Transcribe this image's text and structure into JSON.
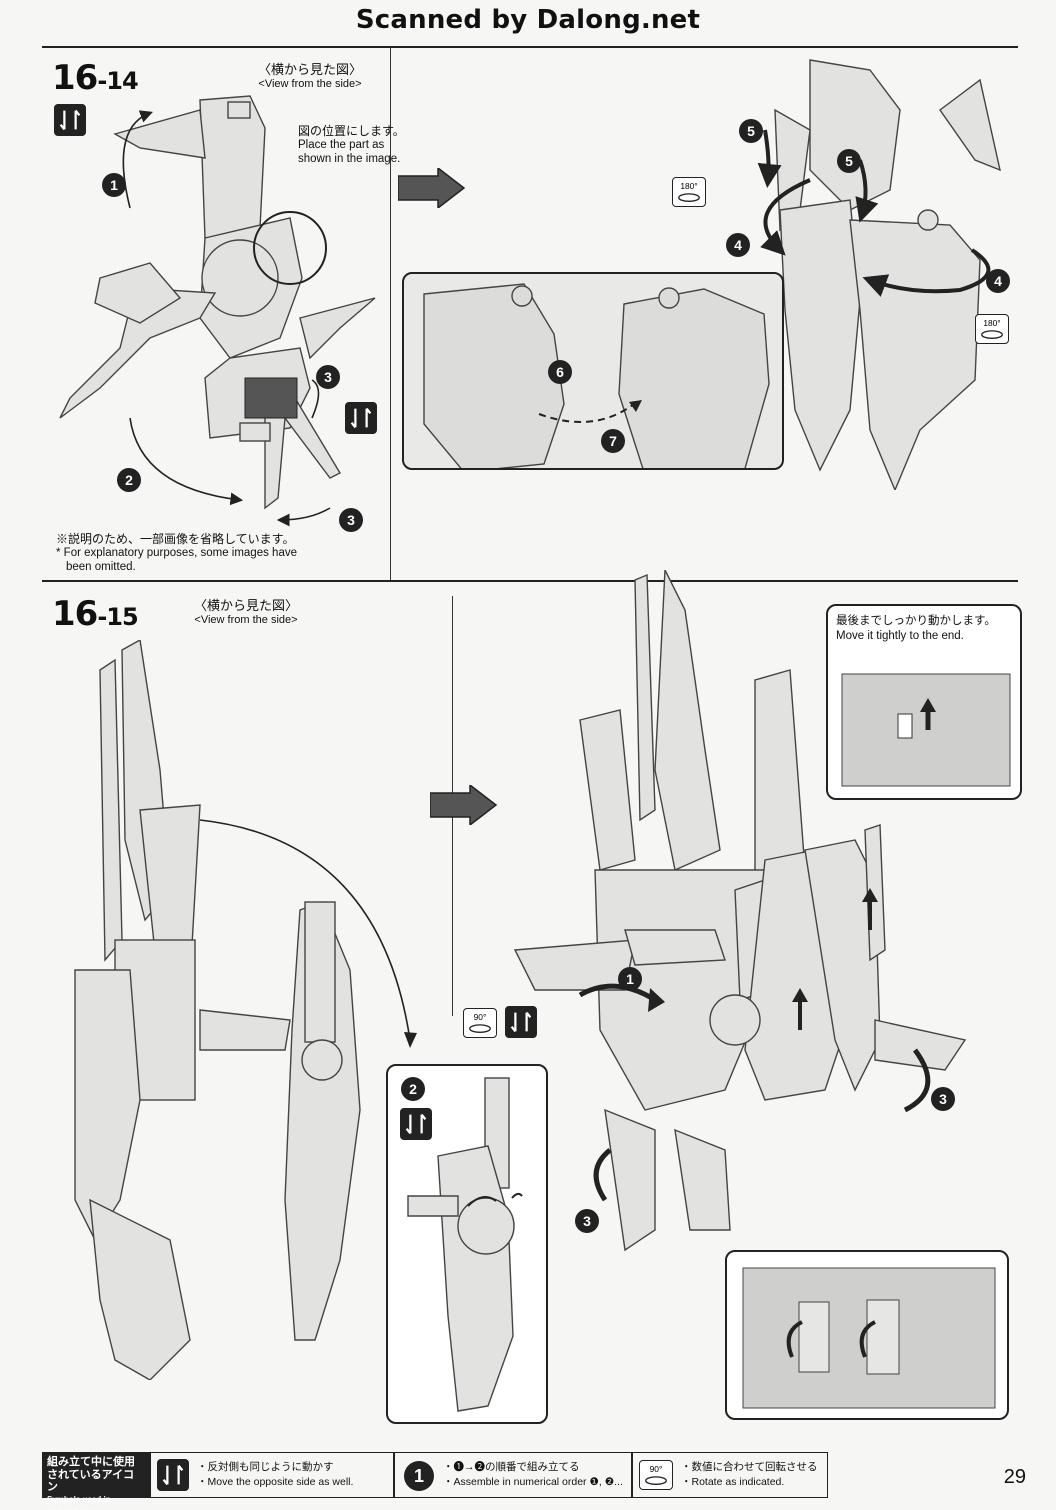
{
  "header": {
    "title": "Scanned by Dalong.net"
  },
  "step_1614": {
    "number": "16",
    "sub": "-14",
    "view_jp": "〈横から見た図〉",
    "view_en": "<View from the side>",
    "place_jp": "図の位置にします。",
    "place_en_1": "Place the part as",
    "place_en_2": "shown in the image.",
    "omit_jp": "※説明のため、一部画像を省略しています。",
    "omit_en_1": "* For explanatory purposes, some images have",
    "omit_en_2": "been omitted.",
    "markers": [
      "1",
      "2",
      "3",
      "3",
      "4",
      "4",
      "5",
      "5",
      "6",
      "7"
    ],
    "rot_label": "180°"
  },
  "step_1615": {
    "number": "16",
    "sub": "-15",
    "view_jp": "〈横から見た図〉",
    "view_en": "<View from the side>",
    "move_jp": "最後までしっかり動かします。",
    "move_en": "Move it tightly to the end.",
    "markers": [
      "1",
      "2",
      "3",
      "3"
    ],
    "rot_label": "90°"
  },
  "legend": {
    "head_jp_1": "組み立て中に使用",
    "head_jp_2": "されているアイコン",
    "head_en": "Symbols used in instructions",
    "opposite_jp": "・反対側も同じように動かす",
    "opposite_en": "・Move the opposite side as well.",
    "order_icon": "1",
    "order_jp": "・❶→❷の順番で組み立てる",
    "order_en": "・Assemble in numerical order ❶, ❷...",
    "rotate_icon": "90°",
    "rotate_jp": "・数値に合わせて回転させる",
    "rotate_en": "・Rotate as indicated."
  },
  "page_number": "29"
}
